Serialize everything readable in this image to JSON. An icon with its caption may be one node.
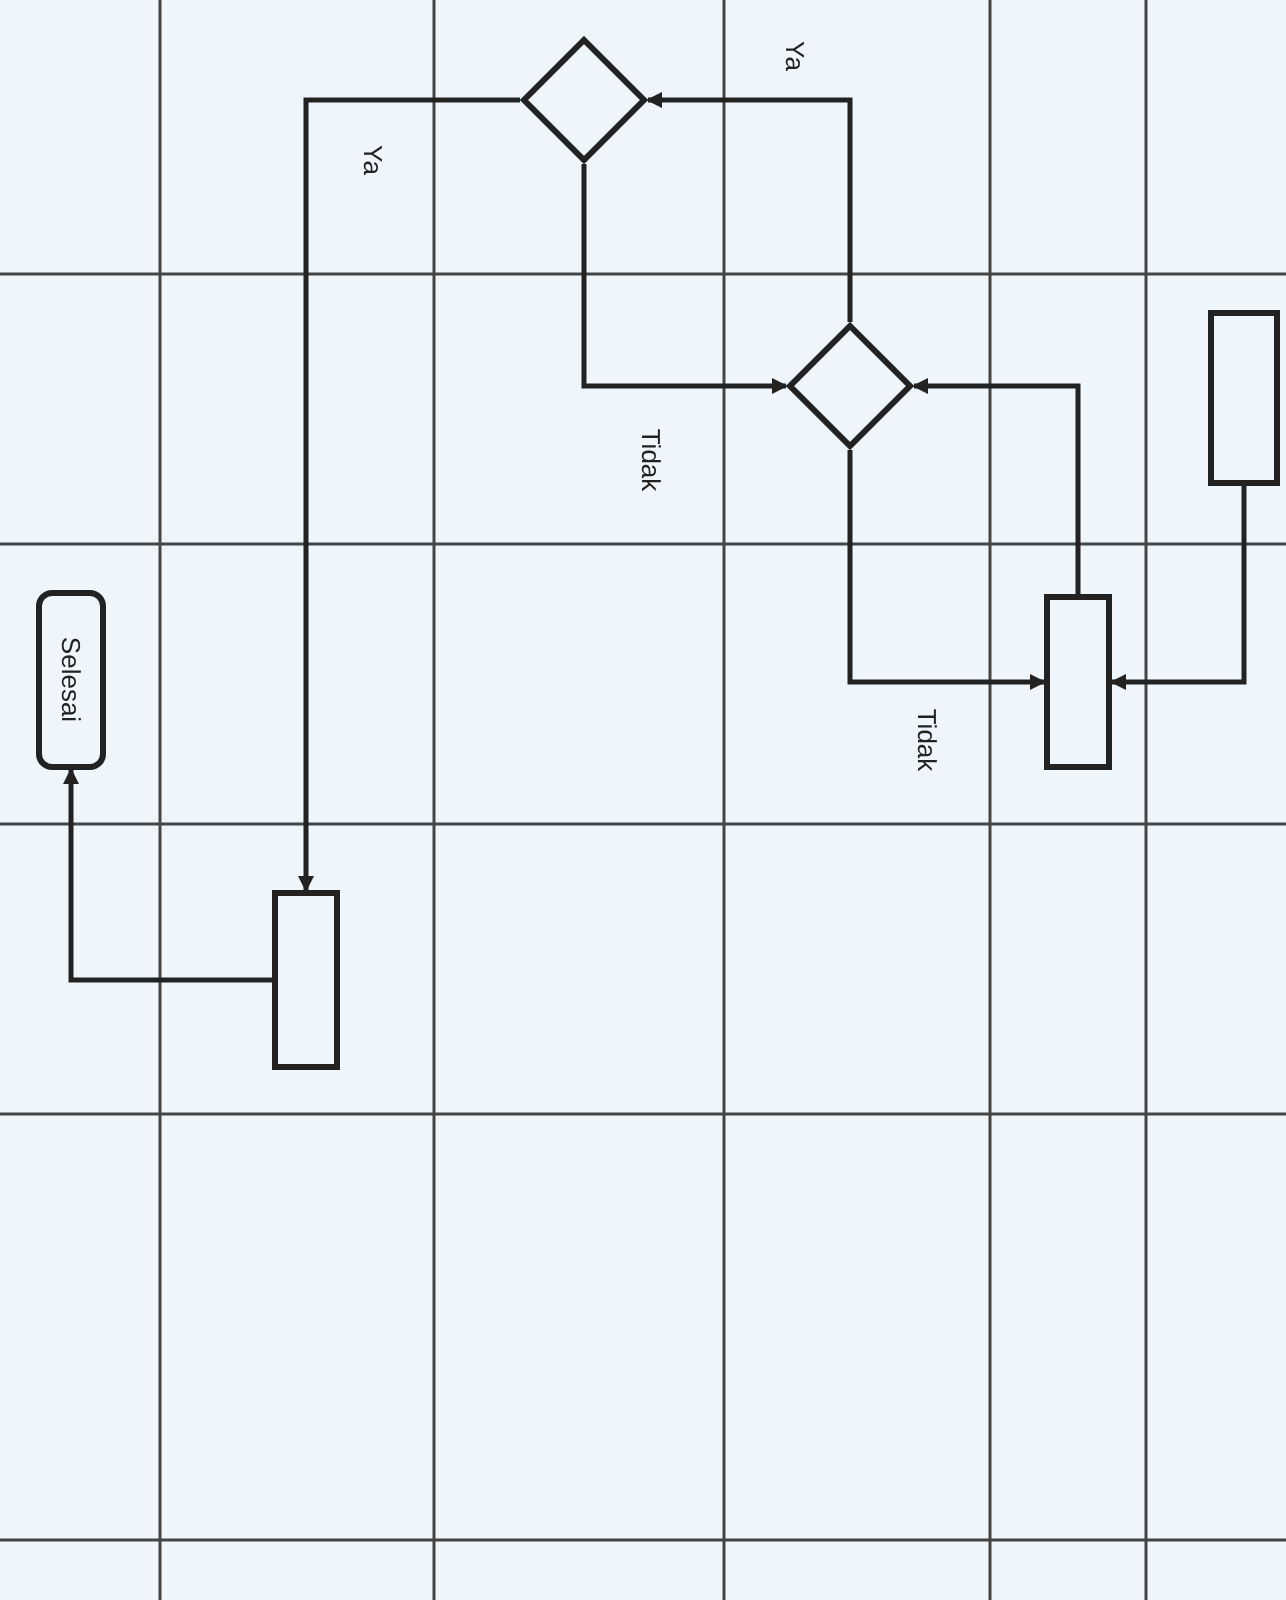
{
  "diagram": {
    "nodes": [
      {
        "text": [
          "Selesai"
        ]
      },
      {
        "text": [],
        "shape": "box"
      },
      {
        "text": [],
        "shape": "diamond"
      },
      {
        "text": [],
        "shape": "diamond"
      },
      {
        "text": [],
        "shape": "box"
      },
      {
        "text": [],
        "shape": "box"
      }
    ],
    "edges": [
      {
        "from": 5,
        "to": 4,
        "arrow": "to"
      },
      {
        "from": 4,
        "to": 3,
        "arrow": "to"
      },
      {
        "from": 3,
        "to": 4,
        "arrow": "to",
        "label": "Tidak"
      },
      {
        "from": 3,
        "to": 2,
        "arrow": "to",
        "label": "Ya"
      },
      {
        "from": 2,
        "to": 3,
        "arrow": "to",
        "label": "Tidak"
      },
      {
        "from": 2,
        "to": 1,
        "arrow": "to",
        "label": "Ya"
      },
      {
        "from": 1,
        "to": 0,
        "arrow": "to"
      }
    ]
  }
}
